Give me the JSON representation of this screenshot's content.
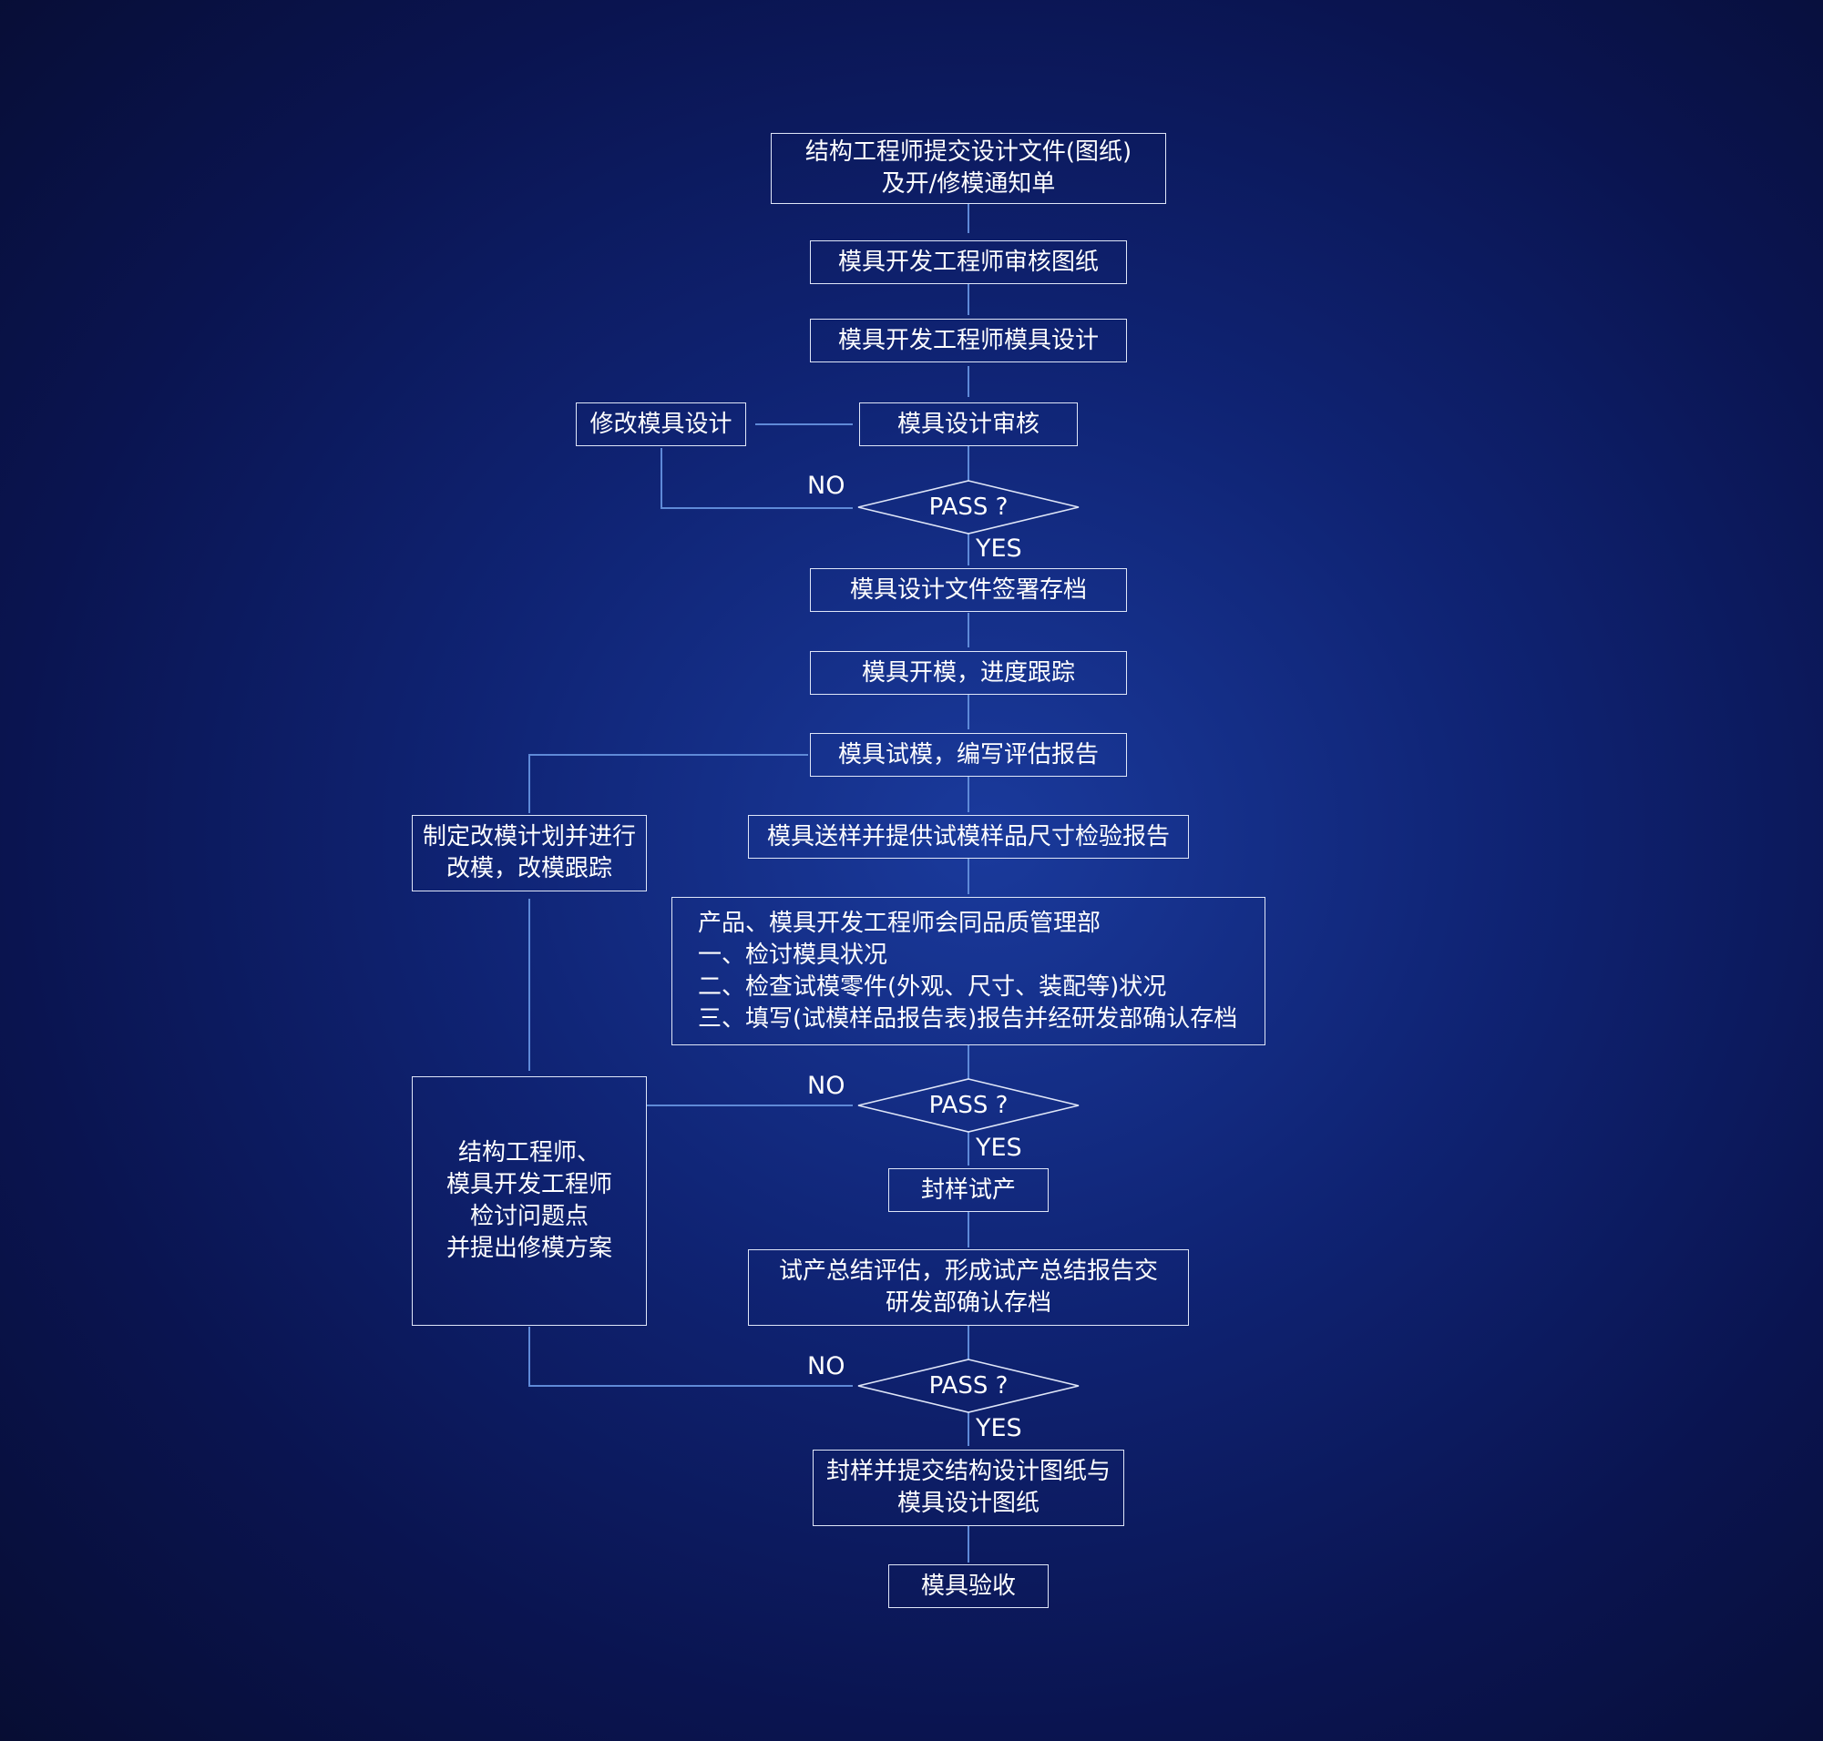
{
  "diagram": {
    "nodes": {
      "submit_design": [
        "结构工程师提交设计文件(图纸)",
        "及开/修模通知单"
      ],
      "review_drawings": [
        "模具开发工程师审核图纸"
      ],
      "mold_design": [
        "模具开发工程师模具设计"
      ],
      "design_review": [
        "模具设计审核"
      ],
      "modify_design": [
        "修改模具设计"
      ],
      "sign_archive": [
        "模具设计文件签署存档"
      ],
      "mold_open": [
        "模具开模，进度跟踪"
      ],
      "trial_mold": [
        "模具试模，编写评估报告"
      ],
      "send_samples": [
        "模具送样并提供试模样品尺寸检验报告"
      ],
      "joint_review": [
        "产品、模具开发工程师会同品质管理部",
        "一、检讨模具状况",
        "二、检查试模零件(外观、尺寸、装配等)状况",
        "三、填写(试模样品报告表)报告并经研发部确认存档"
      ],
      "modify_plan": [
        "制定改模计划并进行",
        "改模，改模跟踪"
      ],
      "engineers_review": [
        "结构工程师、",
        "模具开发工程师",
        "检讨问题点",
        "并提出修模方案"
      ],
      "seal_trial": [
        "封样试产"
      ],
      "trial_summary": [
        "试产总结评估，形成试产总结报告交",
        "研发部确认存档"
      ],
      "seal_submit": [
        "封样并提交结构设计图纸与",
        "模具设计图纸"
      ],
      "acceptance": [
        "模具验收"
      ]
    },
    "decisions": {
      "pass1": "PASS ?",
      "pass2": "PASS ?",
      "pass3": "PASS ?"
    },
    "labels": {
      "no1": "NO",
      "yes1": "YES",
      "no2": "NO",
      "yes2": "YES",
      "no3": "NO",
      "yes3": "YES"
    },
    "colors": {
      "box_border": "#dfe6f8",
      "connector": "#5f8ad8",
      "text": "#ffffff"
    }
  }
}
